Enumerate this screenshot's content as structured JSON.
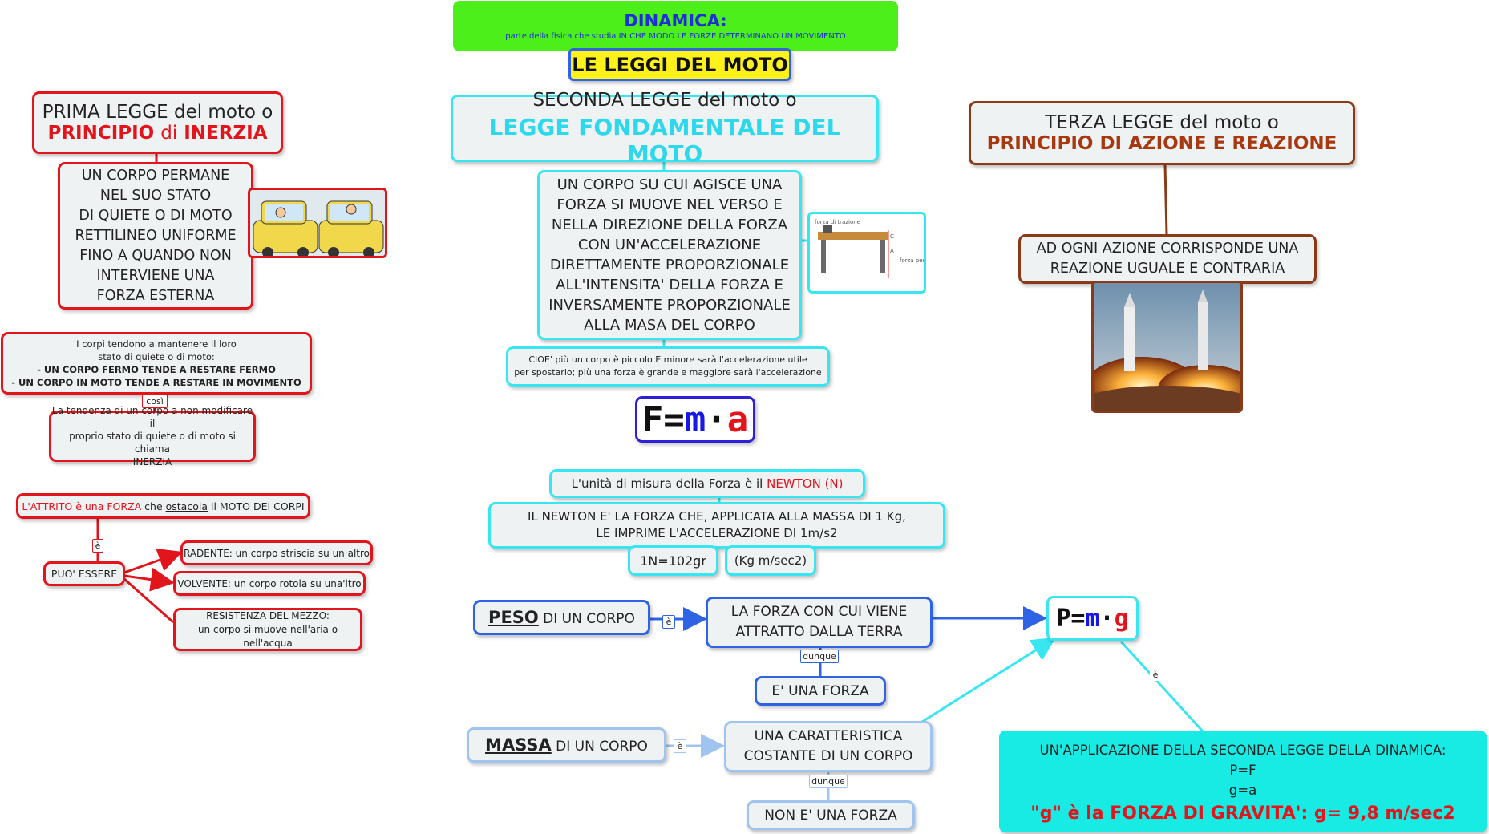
{
  "header": {
    "title": "DINAMICA:",
    "subtitle_pre": "parte della fisica che studia ",
    "subtitle_caps": "IN CHE MODO LE FORZE DETERMINANO UN MOVIMENTO",
    "section": "LE LEGGI DEL MOTO"
  },
  "first_law": {
    "line1_a": "PRIMA LEGGE",
    "line1_b": " del moto o",
    "line2_a": "PRINCIPIO ",
    "line2_b": "di",
    "line2_c": " INERZIA",
    "body": [
      "UN CORPO PERMANE",
      "NEL SUO STATO",
      "DI QUIETE O DI MOTO",
      "RETTILINEO UNIFORME",
      "FINO A QUANDO NON",
      "INTERVIENE UNA",
      "FORZA ESTERNA"
    ],
    "tendency": [
      "I corpi tendono a mantenere il loro",
      "stato di quiete o di moto:"
    ],
    "tendency_bold": [
      "- UN CORPO FERMO TENDE A RESTARE FERMO",
      "- UN CORPO IN MOTO TENDE A RESTARE IN MOVIMENTO"
    ],
    "link_cosi": "così",
    "inertia_def": [
      "La tendenza di un corpo a non modificare il",
      "proprio stato di quiete o di moto si chiama",
      "INERZIA"
    ]
  },
  "friction": {
    "main_a": "L'ATTRITO è una FORZA",
    "main_b": " che ",
    "main_c": "ostacola",
    "main_d": " il MOTO DEI CORPI",
    "link_e": "è",
    "can_be": "PUO' ESSERE",
    "types": [
      {
        "head": "RADENTE:",
        "text": " un corpo striscia su un altro"
      },
      {
        "head": "VOLVENTE:",
        "text": " un corpo rotola su una'ltro"
      },
      {
        "head": "RESISTENZA DEL MEZZO:",
        "text": "un corpo si muove nell'aria o nell'acqua"
      }
    ]
  },
  "second_law": {
    "line1_a": "SECONDA LEGGE",
    "line1_b": " del moto o",
    "line2": "LEGGE FONDAMENTALE DEL MOTO",
    "body": [
      "UN CORPO SU CUI AGISCE UNA",
      "FORZA SI MUOVE NEL VERSO E",
      "NELLA DIREZIONE DELLA FORZA",
      "CON UN'ACCELERAZIONE",
      "DIRETTAMENTE PROPORZIONALE",
      "ALL'INTENSITA' DELLA FORZA E",
      "INVERSAMENTE PROPORZIONALE",
      "ALLA MASA DEL CORPO"
    ],
    "note": [
      "CIOE' più un corpo è piccolo E minore sarà l'accelerazione utile",
      "per spostarlo; più una forza è grande e maggiore sarà l'accelerazione"
    ],
    "diagram_labels": {
      "traction": "forza di trazione",
      "weight": "forza peso",
      "c": "C",
      "a": "A"
    },
    "formula": {
      "f": "F=",
      "m": "m",
      "dot": "·",
      "a": "a"
    }
  },
  "newton": {
    "unit_a": "L'unità di misura della Forza è il ",
    "unit_b": "NEWTON (N)",
    "definition": [
      "IL NEWTON E' LA FORZA CHE, APPLICATA ALLA MASSA DI 1 Kg,",
      "LE IMPRIME L'ACCELERAZIONE DI 1m/s2"
    ],
    "eq1": "1N=102gr",
    "eq2": "(Kg m/sec2)"
  },
  "third_law": {
    "line1_a": "TERZA LEGGE",
    "line1_b": " del moto o",
    "line2": "PRINCIPIO DI AZIONE E REAZIONE",
    "body": [
      "AD OGNI AZIONE CORRISPONDE UNA",
      "REAZIONE UGUALE E CONTRARIA"
    ]
  },
  "weight": {
    "peso_a": "PESO",
    "peso_b": " DI UN CORPO",
    "link_e": "è",
    "force_attr": [
      "LA FORZA CON CUI VIENE",
      "ATTRATTO DALLA TERRA"
    ],
    "dunque": "dunque",
    "is_force": "E' UNA FORZA",
    "formula": {
      "p": "P=",
      "m": "m",
      "dot": "·",
      "g": "g"
    },
    "link_e2": "è"
  },
  "mass": {
    "massa_a": "MASSA",
    "massa_b": " DI UN CORPO",
    "link_e": "è",
    "constant": [
      "UNA CARATTERISTICA",
      "COSTANTE DI UN CORPO"
    ],
    "dunque": "dunque",
    "not_force": "NON E' UNA FORZA"
  },
  "application": {
    "lines": [
      "UN'APPLICAZIONE DELLA SECONDA LEGGE DELLA DINAMICA:",
      "P=F",
      "g=a"
    ],
    "gravity": "\"g\" è la FORZA DI GRAVITA': g= 9,8 m/sec2"
  },
  "colors": {
    "red": "#e2141c",
    "cyan": "#38e6f2",
    "brown": "#8a3a17",
    "blue": "#2f63e6",
    "light_blue": "#9ec4ef",
    "green": "#4cef1a",
    "yellow": "#fff21a"
  }
}
